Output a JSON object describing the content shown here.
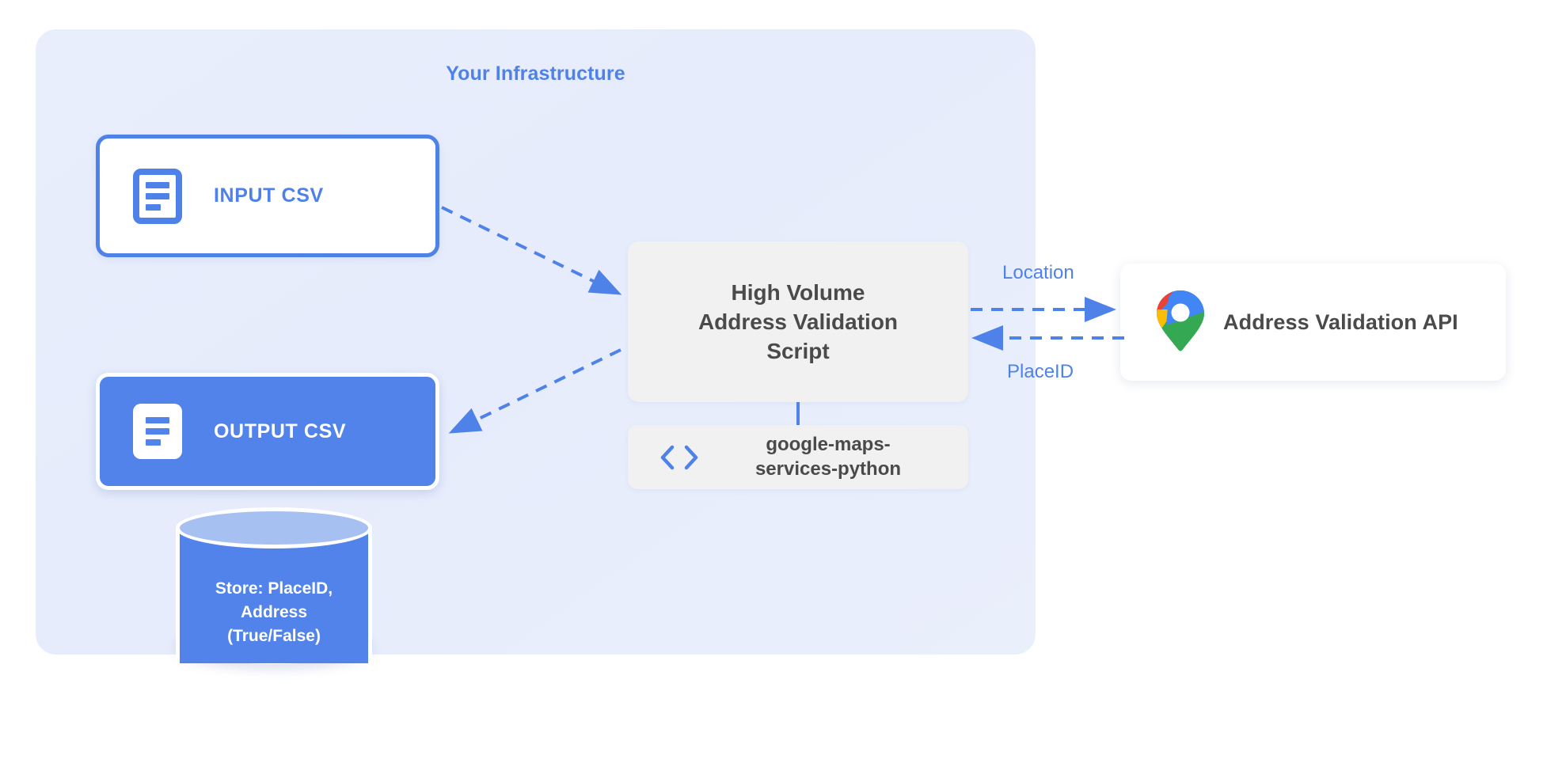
{
  "diagram": {
    "container": {
      "title": "Your Infrastructure",
      "accent_color": "#4f82e8",
      "background_color": "#e8edfb"
    },
    "nodes": {
      "input_csv": {
        "label": "INPUT CSV",
        "icon": "document-icon",
        "style": "outlined",
        "border_color": "#4f82e8",
        "text_color": "#4f82e8",
        "background_color": "#ffffff"
      },
      "output_csv": {
        "label": "OUTPUT CSV",
        "icon": "document-icon",
        "style": "filled",
        "background_color": "#5183ea",
        "text_color": "#ffffff"
      },
      "script": {
        "label": "High Volume\nAddress Validation\nScript",
        "background_color": "#f1f1f1",
        "text_color": "#4a4a4a"
      },
      "library": {
        "label": "google-maps-\nservices-python",
        "icon": "code-icon",
        "icon_color": "#4f82e8",
        "background_color": "#f1f1f1",
        "text_color": "#4a4a4a"
      },
      "api": {
        "label": "Address Validation API",
        "icon": "google-maps-pin-icon",
        "background_color": "#ffffff",
        "text_color": "#4a4a4a"
      },
      "database": {
        "label": "Store: PlaceID,\nAddress\n(True/False)",
        "body_color": "#5183ea",
        "top_color": "#a7c0f2",
        "text_color": "#ffffff"
      }
    },
    "edges": [
      {
        "from": "input_csv",
        "to": "script",
        "label": "",
        "style": "dashed",
        "direction": "forward"
      },
      {
        "from": "script",
        "to": "output_csv",
        "label": "",
        "style": "dashed",
        "direction": "forward"
      },
      {
        "from": "script",
        "to": "api",
        "label": "Location",
        "style": "dashed",
        "direction": "forward"
      },
      {
        "from": "api",
        "to": "script",
        "label": "PlaceID",
        "style": "dashed",
        "direction": "forward"
      },
      {
        "from": "script",
        "to": "library",
        "label": "",
        "style": "solid",
        "direction": "none"
      }
    ],
    "edge_labels": {
      "location": "Location",
      "placeid": "PlaceID"
    }
  }
}
